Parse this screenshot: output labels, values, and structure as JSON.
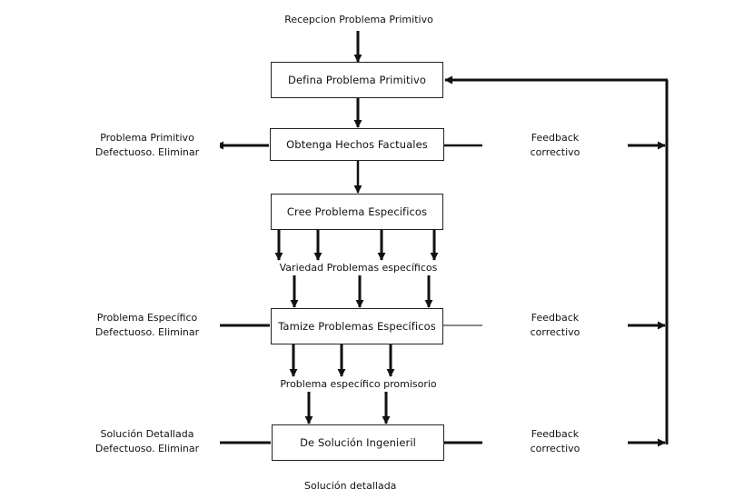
{
  "diagram": {
    "top_input": "Recepcion Problema Primitivo",
    "boxes": {
      "b1": "Defina Problema Primitivo",
      "b2": "Obtenga Hechos Factuales",
      "b3": "Cree Problema Especificos",
      "b4": "Tamize Problemas Específicos",
      "b5": "De Solución Ingenieril"
    },
    "mid_labels": {
      "m1": "Variedad Problemas específicos",
      "m2": "Problema específico promisorio"
    },
    "left_outputs": {
      "l1": {
        "line1": "Problema Primitivo",
        "line2": "Defectuoso. Eliminar"
      },
      "l2": {
        "line1": "Problema Específico",
        "line2": "Defectuoso. Eliminar"
      },
      "l3": {
        "line1": "Solución Detallada",
        "line2": "Defectuoso. Eliminar"
      }
    },
    "feedback": {
      "f1": {
        "line1": "Feedback",
        "line2": "correctivo"
      },
      "f2": {
        "line1": "Feedback",
        "line2": "correctivo"
      },
      "f3": {
        "line1": "Feedback",
        "line2": "correctivo"
      }
    },
    "bottom_partial": "Solución detallada"
  }
}
